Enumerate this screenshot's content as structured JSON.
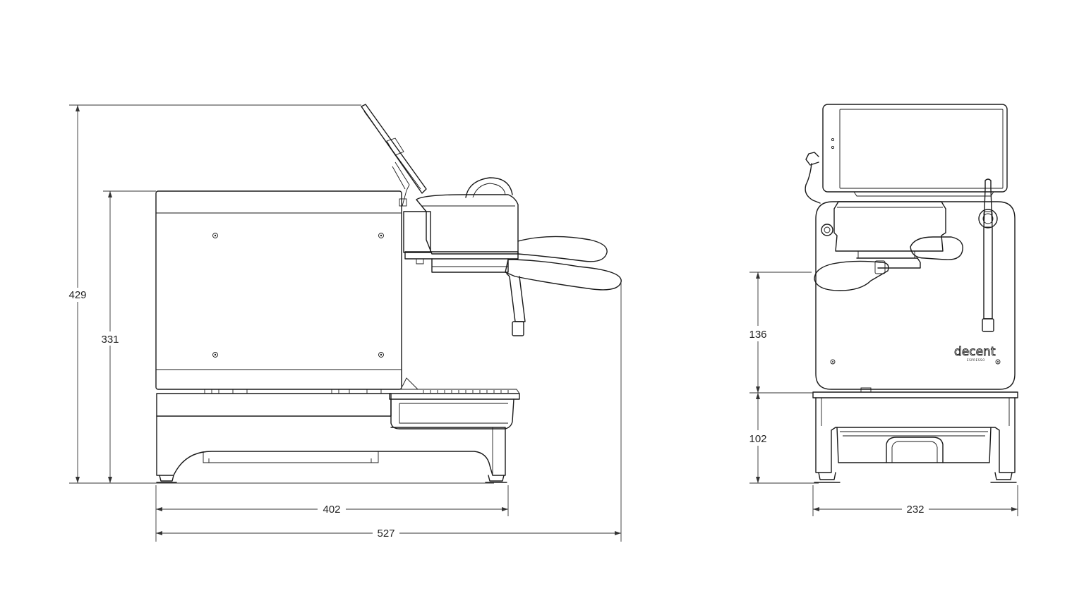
{
  "dimensions": {
    "side_total_height": "429",
    "side_body_height": "331",
    "side_base_width": "402",
    "side_total_width": "527",
    "front_group_height": "136",
    "front_stand_height": "102",
    "front_width": "232"
  },
  "brand": {
    "name": "decent",
    "sub": "ESPRESSO"
  },
  "colors": {
    "line": "#1a1a1a",
    "background": "#ffffff"
  }
}
